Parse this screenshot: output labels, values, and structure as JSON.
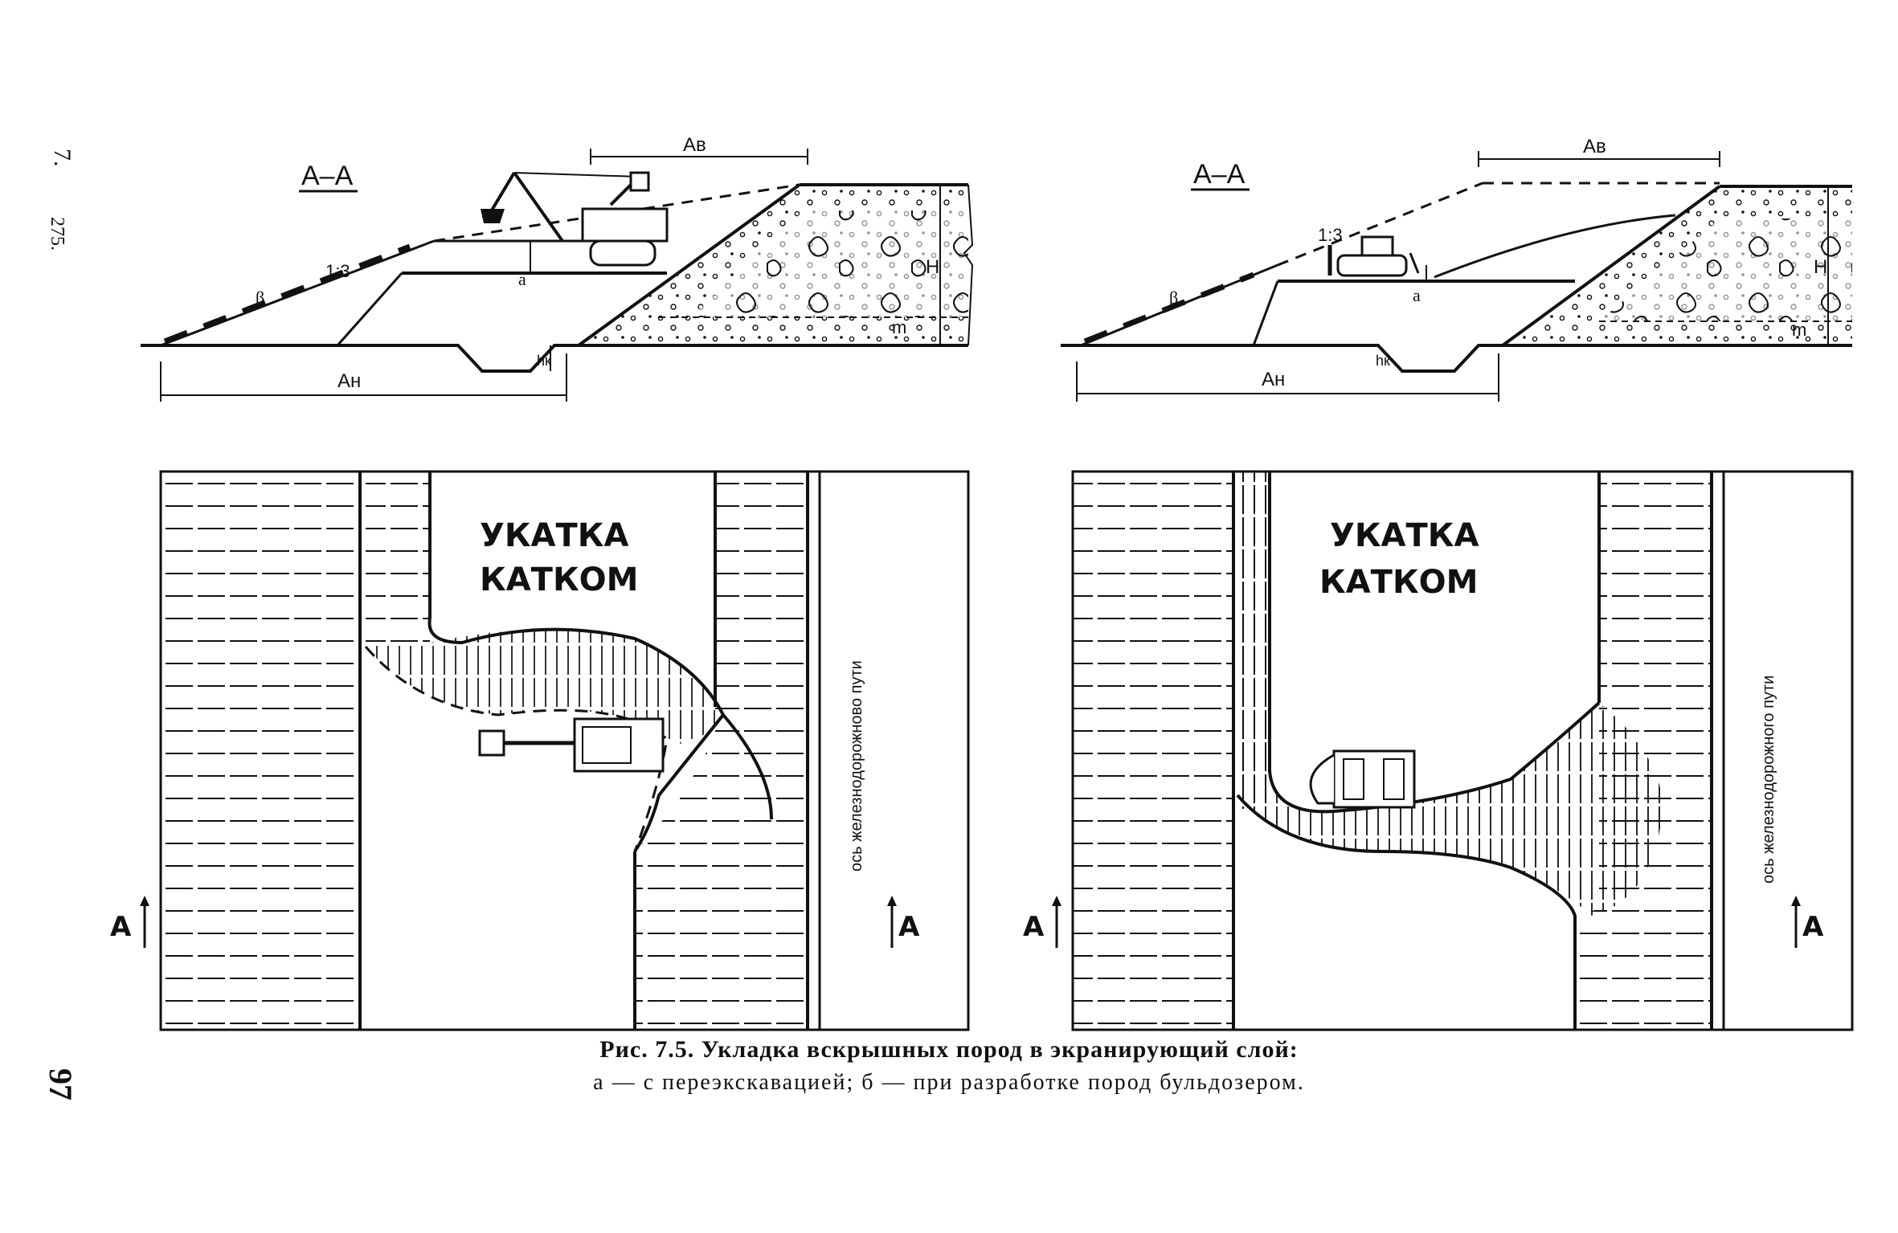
{
  "margin": {
    "chapter": "7.",
    "ref": "275.",
    "page": "97"
  },
  "panel_a": {
    "section_label": "А–А",
    "dim_top": "Ав",
    "dim_bottom": "Ан",
    "slope": "1:3",
    "beta": "β",
    "alpha": "а",
    "h": "Н",
    "m": "m",
    "hk": "hк",
    "roll_text_1": "УКАТКА",
    "roll_text_2": "КАТКОМ",
    "axis_text": "ось железнодорожново пути",
    "arrow_left": "А",
    "arrow_right": "А"
  },
  "panel_b": {
    "section_label": "А–А",
    "dim_top": "Ав",
    "dim_bottom": "Ан",
    "slope": "1:3",
    "beta": "β",
    "alpha": "а",
    "h": "Н",
    "m": "m",
    "hk": "hк",
    "roll_text_1": "УКАТКА",
    "roll_text_2": "КАТКОМ",
    "axis_text": "ось железнодорожного пути",
    "arrow_left": "А",
    "arrow_right": "А"
  },
  "caption": {
    "title": "Рис. 7.5. Укладка вскрышных пород в экранирующий слой:",
    "subtitle": "а — с переэкскавацией; б — при разработке пород бульдозером."
  },
  "icons": {
    "excavator": "excavator-icon",
    "bulldozer": "bulldozer-icon"
  }
}
